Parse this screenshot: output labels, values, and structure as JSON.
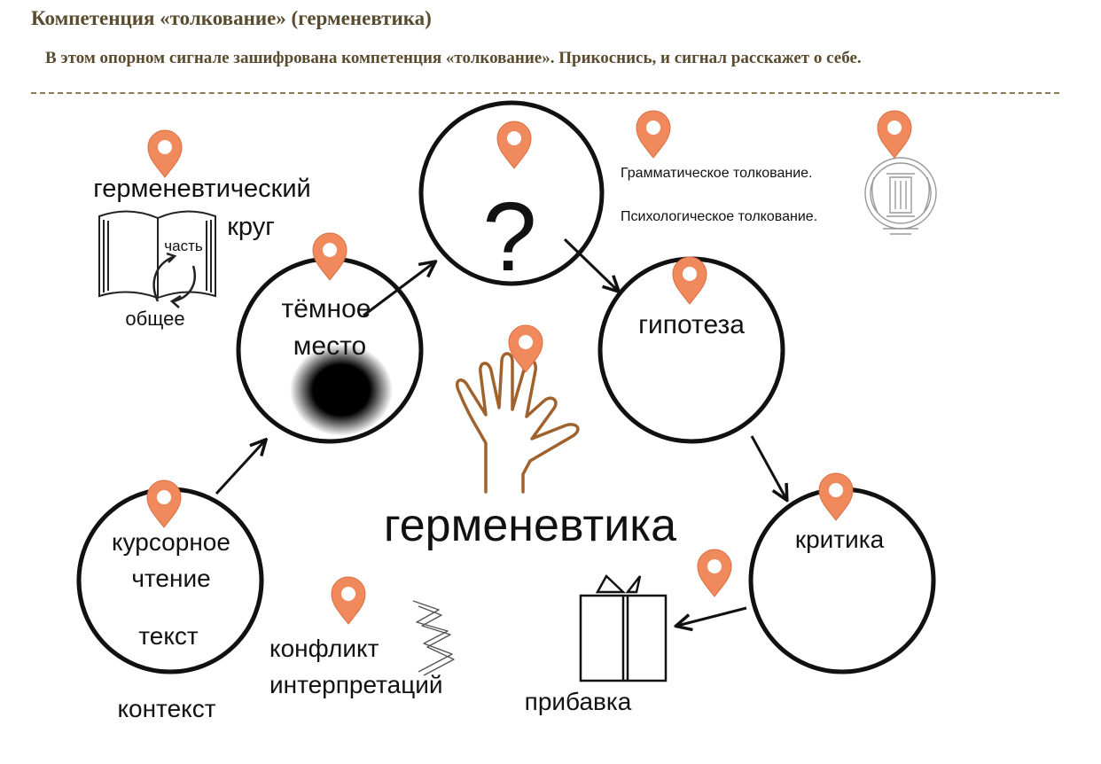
{
  "header": {
    "title": "Компетенция «толкование» (герменевтика)",
    "subtitle": "В этом опорном сигнале зашифрована компетенция «толкование». Прикоснись, и сигнал расскажет о себе."
  },
  "diagram": {
    "center_label": "герменевтика",
    "question_mark": "?",
    "circle_dark_place": {
      "line1": "тёмное",
      "line2": "место"
    },
    "circle_hypothesis": "гипотеза",
    "circle_criticism": "критика",
    "circle_reading": {
      "line1": "курсорное",
      "line2": "чтение",
      "line3": "текст"
    },
    "context": "контекст",
    "hermeneutic_circle": {
      "line1": "герменевтический",
      "line2": "круг",
      "part": "часть",
      "whole": "общее"
    },
    "conflict": {
      "line1": "конфликт",
      "line2": "интерпретаций"
    },
    "addition": "прибавка",
    "interpretations": {
      "grammatical": "Грамматическое толкование.",
      "psychological": "Психологическое толкование."
    }
  },
  "colors": {
    "pin": "#f08a5d",
    "pin_stroke": "#d86e42",
    "hand": "#a0622d",
    "header_text": "#5a4a2e",
    "separator": "#8a7a55"
  }
}
